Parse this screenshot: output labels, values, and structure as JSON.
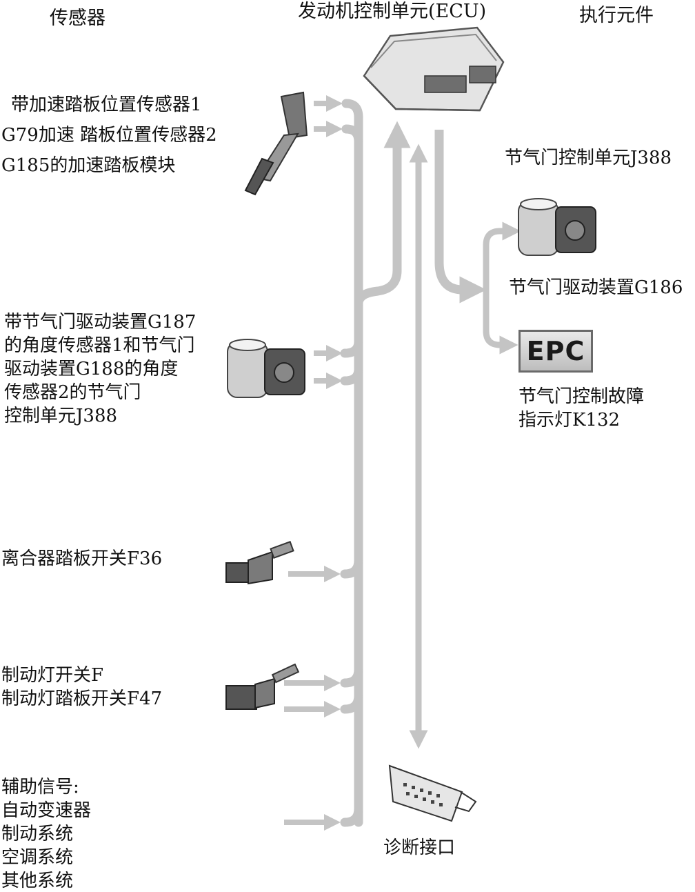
{
  "headers": {
    "sensors": "传感器",
    "ecu": "发动机控制单元(ECU)",
    "actuators": "执行元件"
  },
  "sensors": {
    "pedal_module": [
      "带加速踏板位置传感器1",
      "G79加速 踏板位置传感器2",
      "G185的加速踏板模块"
    ],
    "throttle_angle": [
      "带节气门驱动装置G187",
      "的角度传感器1和节气门",
      "驱动装置G188的角度",
      "传感器2的节气门",
      "控制单元J388"
    ],
    "clutch_switch": [
      "离合器踏板开关F36"
    ],
    "brake_switch": [
      "制动灯开关F",
      "制动灯踏板开关F47"
    ],
    "aux_signals": [
      "辅助信号:",
      "自动变速器",
      "制动系统",
      "空调系统",
      "其他系统"
    ]
  },
  "actuators": {
    "throttle_control_unit": "节气门控制单元J388",
    "throttle_drive": "节气门驱动装置G186",
    "epc_badge": "EPC",
    "fault_lamp": [
      "节气门控制故障",
      "指示灯K132"
    ]
  },
  "diagnostics": {
    "label": "诊断接口"
  },
  "icons": [
    "ecu-icon",
    "accelerator-pedal-icon",
    "throttle-body-icon",
    "clutch-switch-icon",
    "brake-switch-icon",
    "obd-connector-icon",
    "epc-lamp-icon"
  ],
  "colors": {
    "arrow": "#c4c4c4",
    "text": "#111111",
    "device": "#7a7a7a"
  }
}
